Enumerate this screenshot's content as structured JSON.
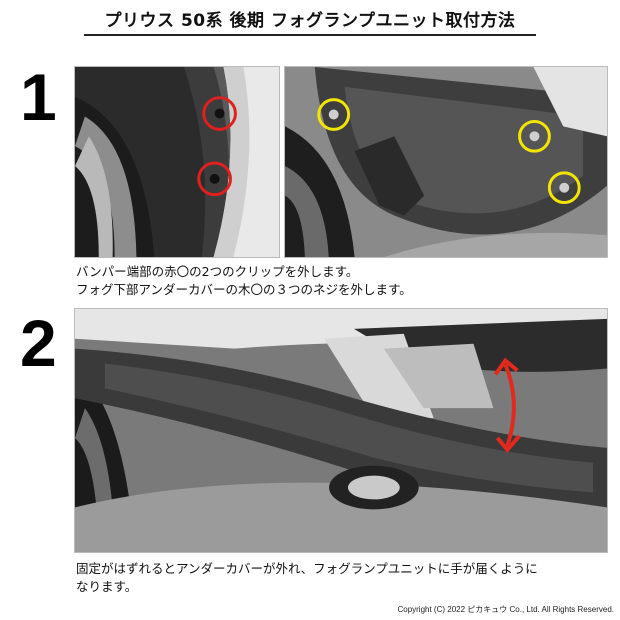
{
  "title": "プリウス 50系 後期 フォグランプユニット取付方法",
  "steps": [
    {
      "number": "1",
      "caption_lines": [
        "バンパー端部の赤〇の2つのクリップを外します。",
        "フォグ下部アンダーカバーの木〇の３つのネジを外します。"
      ]
    },
    {
      "number": "2",
      "caption_lines": [
        "固定がはずれるとアンダーカバーが外れ、フォグランプユニットに手が届くように",
        "なります。"
      ]
    }
  ],
  "copyright": "Copyright (C) 2022 ピカキュウ Co., Ltd. All Rights Reserved.",
  "colors": {
    "marker_red": "#e0201f",
    "marker_yellow": "#f2e600",
    "arrow_red": "#e3281c"
  }
}
